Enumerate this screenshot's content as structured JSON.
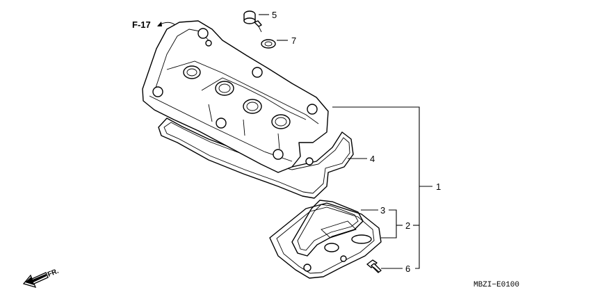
{
  "diagram": {
    "ref_page": "F-17",
    "diagram_code": "MBZI−E0100",
    "direction_label": "FR.",
    "callouts": [
      {
        "id": "c1",
        "label": "1"
      },
      {
        "id": "c2",
        "label": "2"
      },
      {
        "id": "c3",
        "label": "3"
      },
      {
        "id": "c4",
        "label": "4"
      },
      {
        "id": "c5",
        "label": "5"
      },
      {
        "id": "c6",
        "label": "6"
      },
      {
        "id": "c7",
        "label": "7"
      }
    ]
  }
}
